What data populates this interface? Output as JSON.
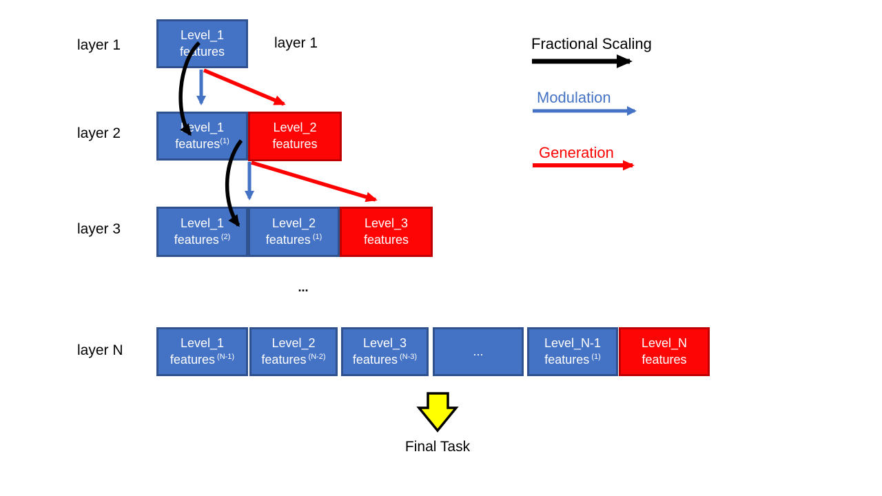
{
  "layers": [
    {
      "label": "layer 1",
      "boxes": [
        {
          "line1": "Level_1",
          "line2": "features",
          "sup": "",
          "type": "blue"
        }
      ]
    },
    {
      "label": "layer 2",
      "boxes": [
        {
          "line1": "Level_1",
          "line2": "features",
          "sup": "(1)",
          "type": "blue"
        },
        {
          "line1": "Level_2",
          "line2": "features",
          "sup": "",
          "type": "red"
        }
      ]
    },
    {
      "label": "layer 3",
      "boxes": [
        {
          "line1": "Level_1",
          "line2": "features",
          "sup": " (2)",
          "type": "blue"
        },
        {
          "line1": "Level_2",
          "line2": "features",
          "sup": " (1)",
          "type": "blue"
        },
        {
          "line1": "Level_3",
          "line2": "features",
          "sup": "",
          "type": "red"
        }
      ]
    },
    {
      "label": "layer N",
      "boxes": [
        {
          "line1": "Level_1",
          "line2": "features",
          "sup": " (N-1)",
          "type": "blue"
        },
        {
          "line1": "Level_2",
          "line2": "features",
          "sup": " (N-2)",
          "type": "blue"
        },
        {
          "line1": "Level_3",
          "line2": "features",
          "sup": " (N-3)",
          "type": "blue"
        },
        {
          "line1": "...",
          "line2": "",
          "sup": "",
          "type": "blue"
        },
        {
          "line1": "Level_N-1",
          "line2": "features",
          "sup": " (1)",
          "type": "blue"
        },
        {
          "line1": "Level_N",
          "line2": "features",
          "sup": "",
          "type": "red"
        }
      ]
    }
  ],
  "layer1_right_label": "layer 1",
  "ellipsis": "...",
  "legend": {
    "fractional": {
      "label": "Fractional Scaling",
      "color": "#000000"
    },
    "modulation": {
      "label": "Modulation",
      "color": "#4472C4"
    },
    "generation": {
      "label": "Generation",
      "color": "#FF0000"
    }
  },
  "final_task_label": "Final Task",
  "colors": {
    "box_blue": "#4472C4",
    "box_blue_border": "#2F528F",
    "box_red": "#FE0505",
    "box_red_border": "#C00000",
    "arrow_black": "#000000",
    "arrow_blue": "#4472C4",
    "arrow_red": "#FF0000",
    "final_arrow_fill": "#FFFF00",
    "final_arrow_outline": "#000000"
  }
}
